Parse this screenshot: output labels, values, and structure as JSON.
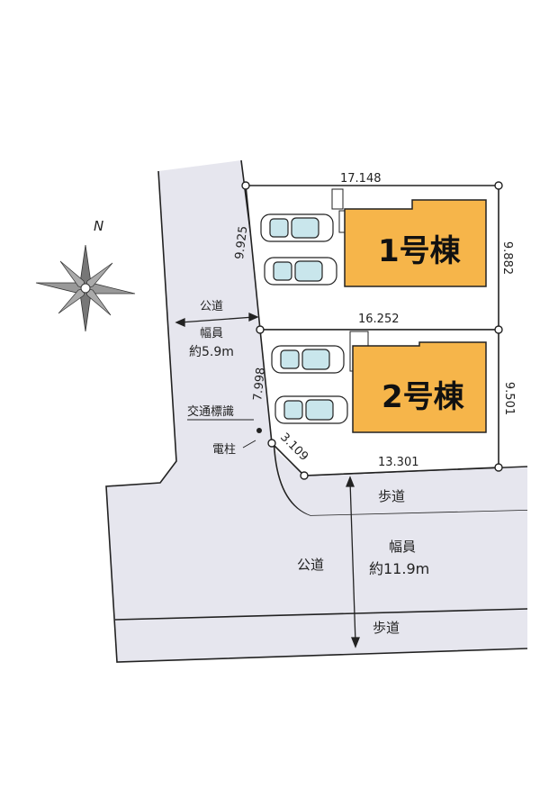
{
  "compass": {
    "north_label": "N",
    "icon": "compass-rose-icon"
  },
  "buildings": [
    {
      "label": "1号棟",
      "fill": "#f6b54a"
    },
    {
      "label": "2号棟",
      "fill": "#f6b54a"
    }
  ],
  "dimensions": {
    "lot1_top": "17.148",
    "lot1_right": "9.882",
    "lot1_left": "9.925",
    "lot_divider": "16.252",
    "lot2_right": "9.501",
    "lot2_left": "7.998",
    "corner_cut": "3.109",
    "lot2_bottom": "13.301"
  },
  "side_road": {
    "label": "公道",
    "width_label": "幅員",
    "width_value": "約5.9m"
  },
  "main_road": {
    "label": "公道",
    "width_label": "幅員",
    "width_value": "約11.9m"
  },
  "sidewalks": [
    "歩道",
    "歩道"
  ],
  "landmarks": {
    "traffic_sign": "交通標識",
    "utility_pole": "電柱"
  },
  "colors": {
    "road": "#e6e6ee",
    "building": "#f6b54a",
    "car_glass": "#c9e6ec"
  }
}
